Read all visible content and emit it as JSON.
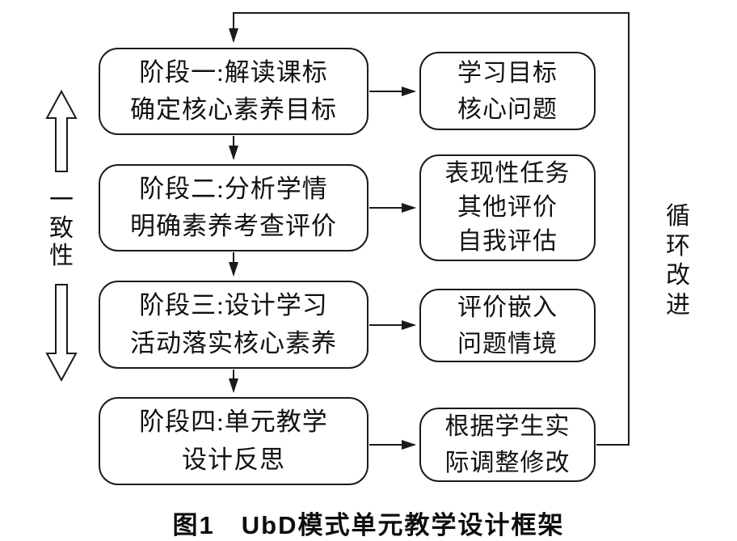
{
  "caption": "图1　UbD模式单元教学设计框架",
  "side_labels": {
    "left": "一致性",
    "right": "循环改进"
  },
  "stages": [
    {
      "lines": [
        "阶段一:解读课标",
        "确定核心素养目标"
      ]
    },
    {
      "lines": [
        "阶段二:分析学情",
        "明确素养考查评价"
      ]
    },
    {
      "lines": [
        "阶段三:设计学习",
        "活动落实核心素养"
      ]
    },
    {
      "lines": [
        "阶段四:单元教学",
        "设计反思"
      ]
    }
  ],
  "outputs": [
    {
      "lines": [
        "学习目标",
        "核心问题"
      ]
    },
    {
      "lines": [
        "表现性任务",
        "其他评价",
        "自我评估"
      ]
    },
    {
      "lines": [
        "评价嵌入",
        "问题情境"
      ]
    },
    {
      "lines": [
        "根据学生实",
        "际调整修改"
      ]
    }
  ],
  "colors": {
    "line": "#1b1b1b",
    "background": "#ffffff",
    "text": "#111111"
  }
}
